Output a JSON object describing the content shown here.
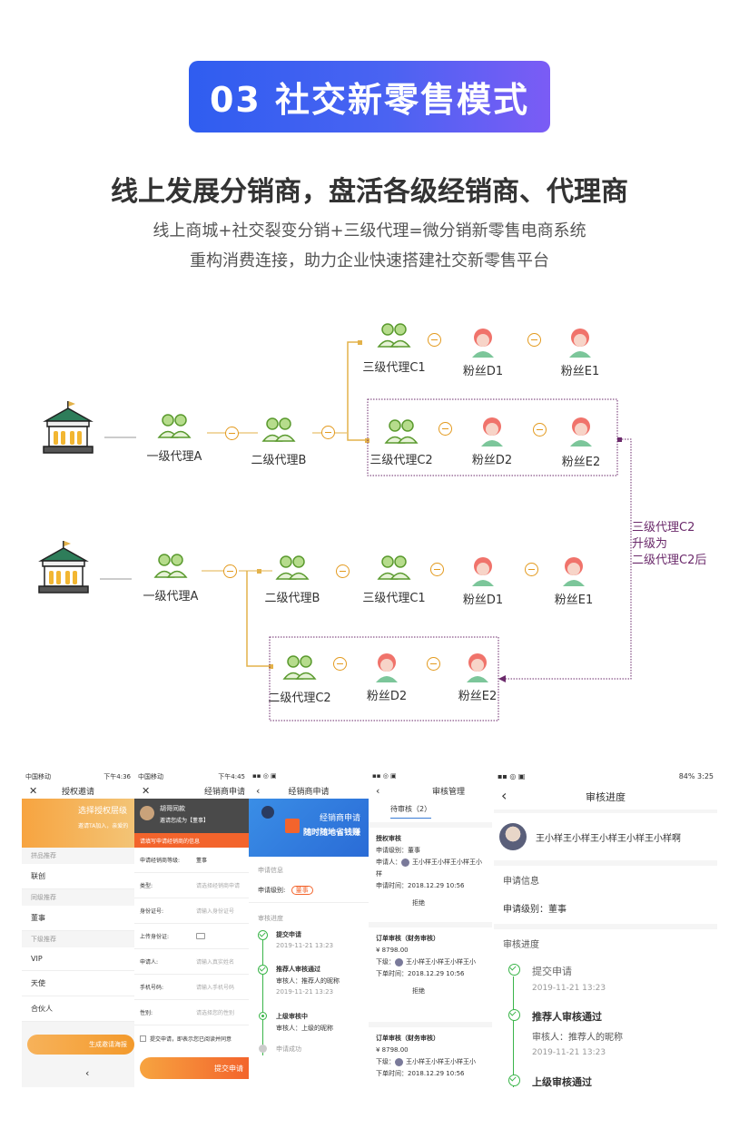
{
  "header": {
    "badge": "03  社交新零售模式",
    "headline": "线上发展分销商，盘活各级经销商、代理商",
    "sub1": "线上商城+社交裂变分销+三级代理=微分销新零售电商系统",
    "sub2": "重构消费连接，助力企业快速搭建社交新零售平台"
  },
  "diagram": {
    "top": {
      "a": "一级代理A",
      "b": "二级代理B",
      "c1": "三级代理C1",
      "c2": "三级代理C2",
      "d1": "粉丝D1",
      "e1": "粉丝E1",
      "d2": "粉丝D2",
      "e2": "粉丝E2"
    },
    "bottom": {
      "a": "一级代理A",
      "b": "二级代理B",
      "c1": "三级代理C1",
      "d1": "粉丝D1",
      "e1": "粉丝E1",
      "c2": "二级代理C2",
      "d2": "粉丝D2",
      "e2": "粉丝E2"
    },
    "upgrade": [
      "三级代理C2",
      "升级为",
      "二级代理C2后"
    ],
    "colors": {
      "accent": "#e39a1e",
      "dotted": "#6b2a6b",
      "user": "#7cc04b",
      "fan": "#f0736b"
    }
  },
  "phones": {
    "p1": {
      "carrier": "中国移动",
      "time": "下午4:36",
      "title": "授权邀请",
      "banner_title": "选择授权层级",
      "banner_sub": "邀请TA加入，亲爱的",
      "labels": [
        "拼品推荐",
        "同级推荐",
        "下级推荐"
      ],
      "items": [
        "联创",
        "董事",
        "VIP",
        "天使",
        "合伙人"
      ],
      "button": "生成邀请海报"
    },
    "p2": {
      "carrier": "中国移动",
      "time": "下午4:45",
      "title": "经销商申请",
      "user": "胡哥同款",
      "user_sub": "邀请您成为【董事】",
      "notice": "请填写申请经销商的信息",
      "fields": [
        {
          "label": "申请经销商等级:",
          "value": "董事"
        },
        {
          "label": "类型:",
          "value": "请选择经销商申请"
        },
        {
          "label": "身份证号:",
          "value": "请输入身份证号"
        },
        {
          "label": "上传身份证:",
          "value": ""
        },
        {
          "label": "申请人:",
          "value": "请输入真实姓名"
        },
        {
          "label": "手机号码:",
          "value": "请输入手机号码"
        },
        {
          "label": "性别:",
          "value": "请选择您的性别"
        }
      ],
      "agree": "提交申请，即表示您已阅读并同意",
      "button": "提交申请"
    },
    "p3": {
      "title": "经销商申请",
      "banner1": "经销商申请",
      "banner2": "随时随地省钱赚",
      "info_h": "申请信息",
      "level_label": "申请级别:",
      "level": "董事",
      "progress_h": "审核进度",
      "steps": [
        {
          "t": "提交申请",
          "s": "2019-11-21 13:23"
        },
        {
          "t": "推荐人审核通过",
          "s": "审核人：推荐人的昵称",
          "d": "2019-11-21 13:23"
        },
        {
          "t": "上级审核中",
          "s": "审核人：上级的昵称"
        },
        {
          "t": "申请成功"
        }
      ]
    },
    "p4": {
      "title": "审核管理",
      "tab": "待审核（2）",
      "cards": [
        {
          "t": "授权审核",
          "l1": "申请级别：董事",
          "l2": "申请人：",
          "name": "王小样王小样王小样王小样",
          "l3": "申请时间：2018.12.29 10:56",
          "btn": "拒绝"
        },
        {
          "t": "订单审核（财务审核）",
          "l1": "¥ 8798.00",
          "l2": "下级：",
          "name": "王小样王小样王小样王小",
          "l3": "下单时间：2018.12.29 10:56",
          "btn": "拒绝"
        },
        {
          "t": "订单审核（财务审核）",
          "l1": "¥ 8798.00",
          "l2": "下级：",
          "name": "王小样王小样王小样王小",
          "l3": "下单时间：2018.12.29 10:56"
        }
      ]
    },
    "p5": {
      "battery": "84%",
      "time": "3:25",
      "title": "审核进度",
      "user": "王小样王小样王小样王小样王小样啊",
      "info_h": "申请信息",
      "level": "申请级别：董事",
      "progress_h": "审核进度",
      "steps": [
        {
          "t": "提交申请",
          "d": "2019-11-21 13:23"
        },
        {
          "t": "推荐人审核通过",
          "s": "审核人：推荐人的昵称",
          "d": "2019-11-21 13:23"
        },
        {
          "t": "上级审核通过"
        }
      ]
    }
  }
}
